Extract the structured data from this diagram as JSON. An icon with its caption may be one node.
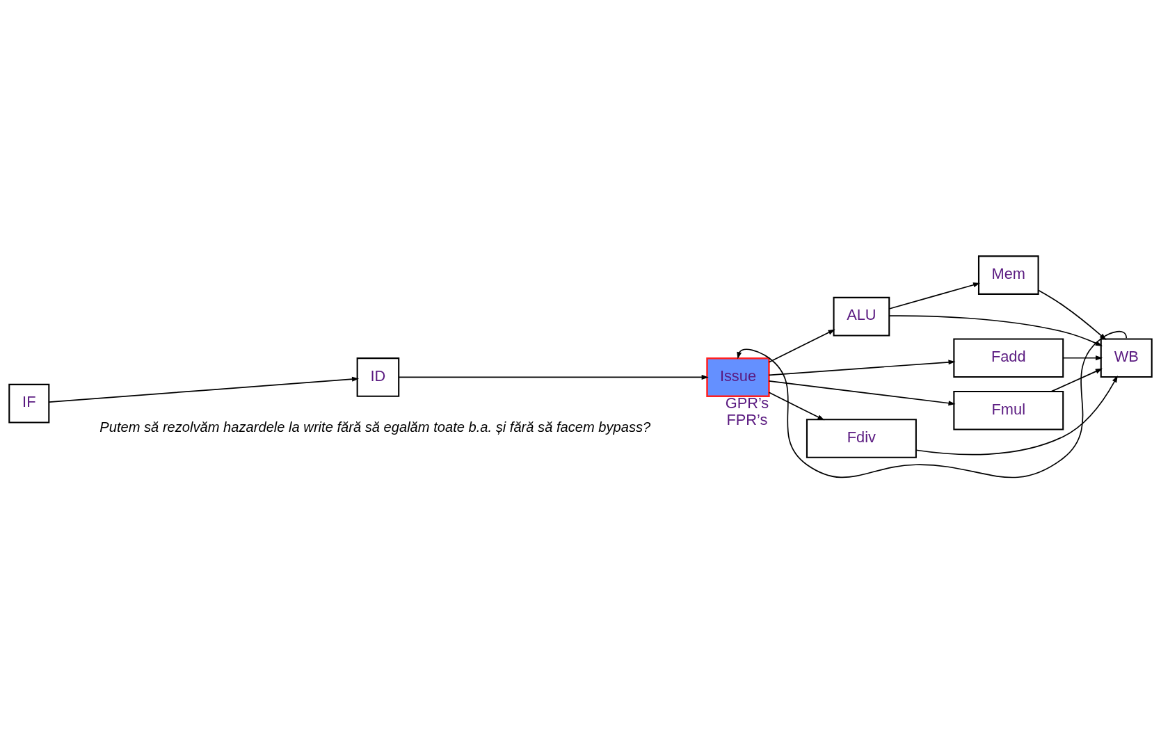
{
  "diagram": {
    "nodes": [
      {
        "text": [
          "IF"
        ]
      },
      {
        "text": [
          "ID"
        ]
      },
      {
        "text": [
          "Issue"
        ],
        "beside": [
          "GPR’s",
          "FPR’s"
        ]
      },
      {
        "text": [
          "ALU"
        ]
      },
      {
        "text": [
          "Mem"
        ]
      },
      {
        "text": [
          "Fadd"
        ]
      },
      {
        "text": [
          "Fmul"
        ]
      },
      {
        "text": [
          "Fdiv"
        ]
      },
      {
        "text": [
          "WB"
        ]
      }
    ],
    "edges": [
      {
        "from": 0,
        "to": 1,
        "arrow": "to"
      },
      {
        "from": 1,
        "to": 2,
        "arrow": "to"
      },
      {
        "from": 2,
        "to": 3,
        "arrow": "to"
      },
      {
        "from": 2,
        "to": 5,
        "arrow": "to"
      },
      {
        "from": 2,
        "to": 6,
        "arrow": "to"
      },
      {
        "from": 2,
        "to": 7,
        "arrow": "to"
      },
      {
        "from": 3,
        "to": 4,
        "arrow": "to"
      },
      {
        "from": 3,
        "to": 8,
        "arrow": "to"
      },
      {
        "from": 4,
        "to": 8,
        "arrow": "to"
      },
      {
        "from": 5,
        "to": 8,
        "arrow": "to"
      },
      {
        "from": 6,
        "to": 8,
        "arrow": "to"
      },
      {
        "from": 7,
        "to": 8,
        "arrow": "to"
      },
      {
        "from": 8,
        "to": 2,
        "arrow": "to"
      }
    ],
    "labels": [
      "Putem să rezolvăm hazardele la write fără să egalăm toate b.a. și fără să facem bypass?"
    ]
  }
}
